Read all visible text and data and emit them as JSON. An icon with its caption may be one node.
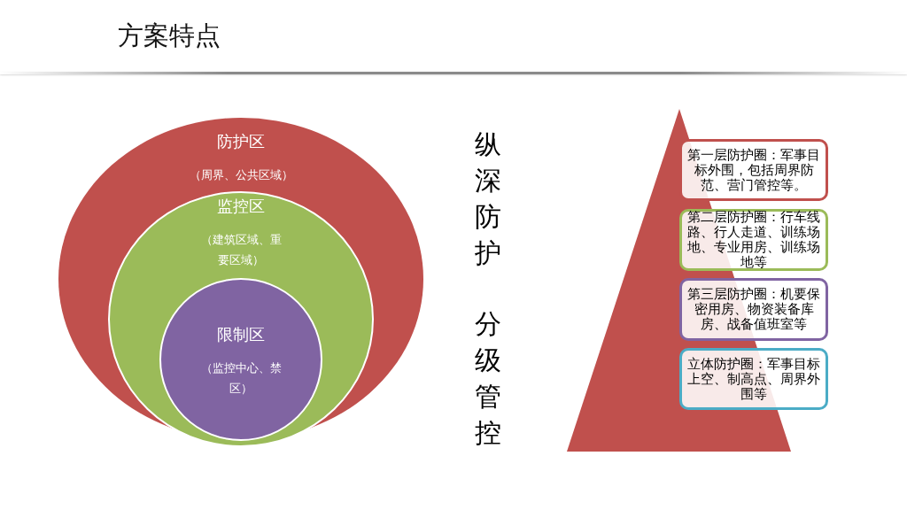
{
  "diagram": {
    "title": "方案特点",
    "nodes": [
      {
        "text": [
          "防护区",
          "（周界、公共区域）"
        ]
      },
      {
        "text": [
          "监控区",
          "（建筑区域、重要区域）"
        ],
        "in": 0
      },
      {
        "text": [
          "限制区",
          "（监控中心、禁区）"
        ],
        "in": 1
      },
      {
        "text": [],
        "shape": "triangle"
      },
      {
        "text": [
          "第一层防护圈：军事目标外围，包括周界防范、营门管控等。"
        ]
      },
      {
        "text": [
          "第二层防护圈：行车线路、行人走道、训练场地、专业用房、训练场地等"
        ]
      },
      {
        "text": [
          "第三层防护圈：机要保密用房、物资装备库房、战备值班室等"
        ]
      },
      {
        "text": [
          "立体防护圈：军事目标上空、制高点、周界外围等"
        ]
      }
    ],
    "labels": [
      "纵深防护",
      "分级管控"
    ]
  }
}
